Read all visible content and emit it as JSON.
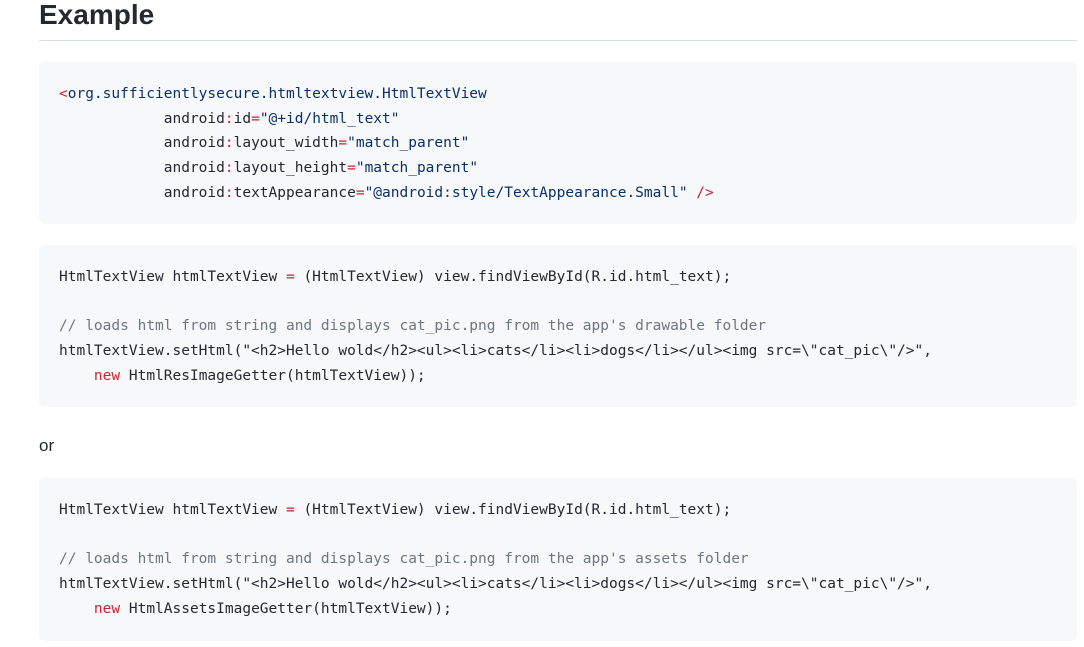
{
  "heading": "Example",
  "or_text": "or",
  "blocks": {
    "xml": {
      "lines": [
        {
          "tag_open": "<",
          "tag_name": "org.sufficientlysecure.htmltextview.HtmlTextView"
        },
        {
          "indent": "            ",
          "ns": "android",
          "colon": ":",
          "attr": "id",
          "eq": "=",
          "value": "\"@+id/html_text\""
        },
        {
          "indent": "            ",
          "ns": "android",
          "colon": ":",
          "attr": "layout_width",
          "eq": "=",
          "value": "\"match_parent\""
        },
        {
          "indent": "            ",
          "ns": "android",
          "colon": ":",
          "attr": "layout_height",
          "eq": "=",
          "value": "\"match_parent\""
        },
        {
          "indent": "            ",
          "ns": "android",
          "colon": ":",
          "attr": "textAppearance",
          "eq": "=",
          "value": "\"@android:style/TextAppearance.Small\"",
          "close": " />"
        }
      ]
    },
    "res": {
      "line1_a": "HtmlTextView htmlTextView ",
      "line1_op": "=",
      "line1_b": " (HtmlTextView) view.findViewById(R.id.html_text);",
      "comment": "// loads html from string and displays cat_pic.png from the app's drawable folder",
      "line3": "htmlTextView.setHtml(\"<h2>Hello wold</h2><ul><li>cats</li><li>dogs</li></ul><img src=\\\"cat_pic\\\"/>\",",
      "line4_indent": "    ",
      "line4_kw": "new",
      "line4_rest": " HtmlResImageGetter(htmlTextView));"
    },
    "assets": {
      "line1_a": "HtmlTextView htmlTextView ",
      "line1_op": "=",
      "line1_b": " (HtmlTextView) view.findViewById(R.id.html_text);",
      "comment": "// loads html from string and displays cat_pic.png from the app's assets folder",
      "line3": "htmlTextView.setHtml(\"<h2>Hello wold</h2><ul><li>cats</li><li>dogs</li></ul><img src=\\\"cat_pic\\\"/>\",",
      "line4_indent": "    ",
      "line4_kw": "new",
      "line4_rest": " HtmlAssetsImageGetter(htmlTextView));"
    }
  }
}
